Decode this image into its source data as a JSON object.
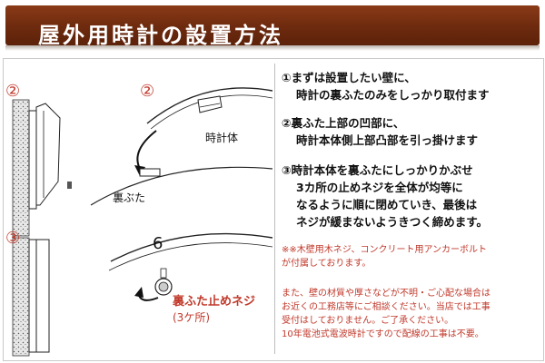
{
  "header": {
    "title": "屋外用時計の設置方法"
  },
  "diagram": {
    "step2_marker": "②",
    "step2_marker_b": "②",
    "step3_marker": "③",
    "clock_body_label": "時計体",
    "back_cover_label": "裏ぶた",
    "dial_number": "6",
    "screw_label": "裏ふた止めネジ",
    "screw_count": "(3ケ所)"
  },
  "instructions": {
    "step1": {
      "line1": "①まずは設置したい壁に、",
      "line2": "時計の裏ふたのみをしっかり取付ます"
    },
    "step2": {
      "line1": "②裏ふた上部の凹部に、",
      "line2": "時計本体側上部凸部を引っ掛けます"
    },
    "step3": {
      "line1": "③時計本体を裏ふたにしっかりかぶせ",
      "line2": "3カ所の止めネジを全体が均等に",
      "line3": "なるように順に閉めていき、最後は",
      "line4": "ネジが緩まないようきつく締めます。"
    }
  },
  "notes": {
    "accessory": "※※木壁用木ネジ、コンクリート用アンカーボルト",
    "accessory2": "が付属しております。",
    "consult1": "また、壁の材質や厚さなどが不明・ご心配な場合は",
    "consult2": "お近くの工務店等にご相談ください。当店では工事",
    "consult3": "受付はしておりません。ご了承ください。",
    "consult4": "10年電池式電波時計ですので配線の工事は不要。"
  },
  "colors": {
    "header_bg": "#6d2a0e",
    "step_marker": "#c0392b",
    "note_text": "#c0392b"
  }
}
